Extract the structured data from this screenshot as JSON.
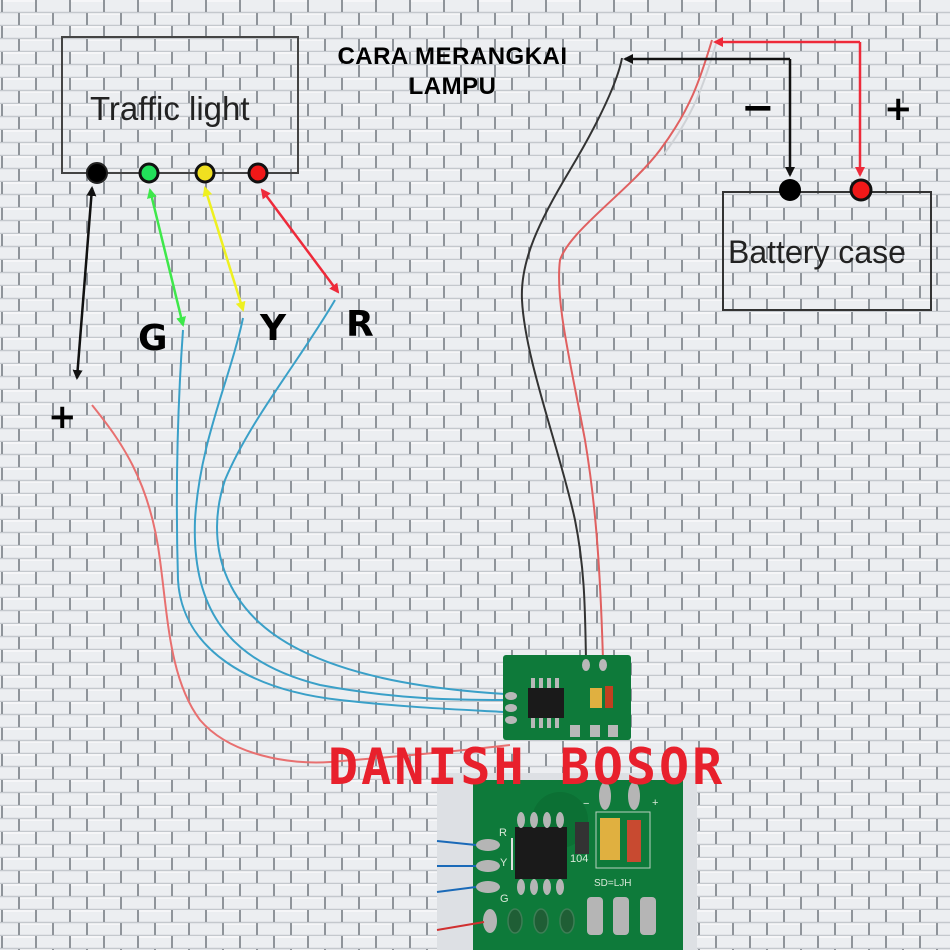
{
  "title": {
    "line1": "CARA MERANGKAI",
    "line2": "LAMPU"
  },
  "traffic_light": {
    "label": "Traffic light",
    "terminals": [
      {
        "name": "common",
        "color": "#000000"
      },
      {
        "name": "green",
        "color": "#22e05a"
      },
      {
        "name": "yellow",
        "color": "#f0e020"
      },
      {
        "name": "red",
        "color": "#f01818"
      }
    ]
  },
  "battery_case": {
    "label": "Battery case",
    "minus_sign": "−",
    "plus_sign": "+"
  },
  "wire_labels": {
    "green": "G",
    "yellow": "Y",
    "red": "R",
    "plus": "+"
  },
  "pcb": {
    "pin_labels": [
      "R",
      "Y",
      "G"
    ],
    "cap_label": "104",
    "minus": "−",
    "plus": "+",
    "silk": "SD=LJH"
  },
  "watermark": "DANISH BOSOR",
  "colors": {
    "arrow_black": "#111111",
    "arrow_green": "#3ee84a",
    "arrow_yellow": "#eef020",
    "arrow_red": "#ee2a3a",
    "wire_blue": "#3aa0c8",
    "wire_red": "#e06060",
    "wire_black": "#333333",
    "pcb_green": "#0e7a3a"
  }
}
